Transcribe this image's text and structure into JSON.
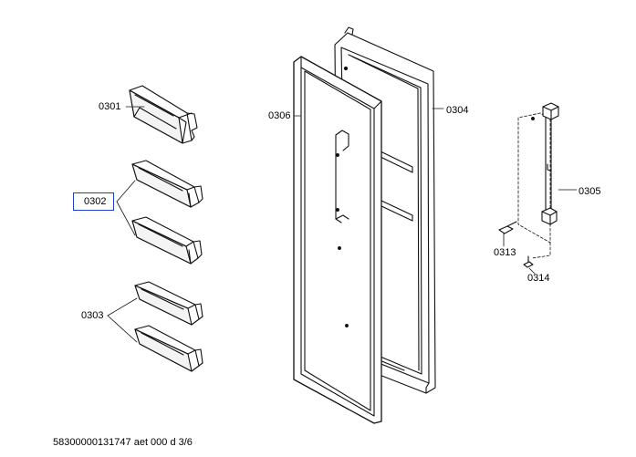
{
  "labels": {
    "p0301": "0301",
    "p0302": "0302",
    "p0303": "0303",
    "p0304": "0304",
    "p0305": "0305",
    "p0306": "0306",
    "p0313": "0313",
    "p0314": "0314"
  },
  "selected_part": "0302",
  "highlight_color": "#1f3fc9",
  "footer": "58300000131747 aet 000 d 3/6"
}
